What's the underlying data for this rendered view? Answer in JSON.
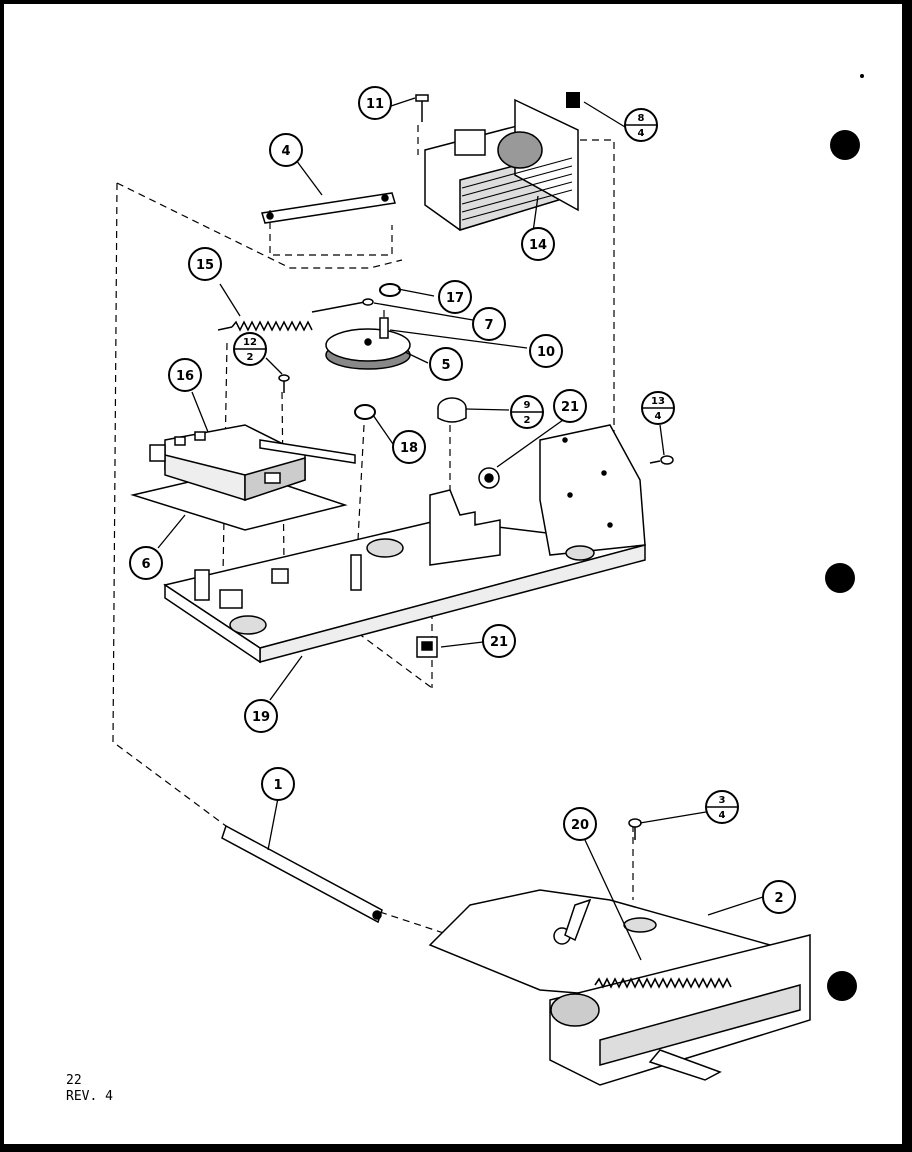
{
  "footer": {
    "page_number": "22",
    "revision": "REV. 4"
  },
  "callouts": {
    "c1": "1",
    "c2": "2",
    "c3_top": "3",
    "c3_bottom": "4",
    "c4": "4",
    "c5": "5",
    "c6": "6",
    "c7": "7",
    "c8_top": "8",
    "c8_bottom": "4",
    "c9_top": "9",
    "c9_bottom": "2",
    "c10": "10",
    "c11": "11",
    "c12_top": "12",
    "c12_bottom": "2",
    "c13_top": "13",
    "c13_bottom": "4",
    "c14": "14",
    "c15": "15",
    "c16": "16",
    "c17": "17",
    "c18": "18",
    "c19": "19",
    "c20": "20",
    "c21_upper": "21",
    "c21_lower": "21"
  }
}
